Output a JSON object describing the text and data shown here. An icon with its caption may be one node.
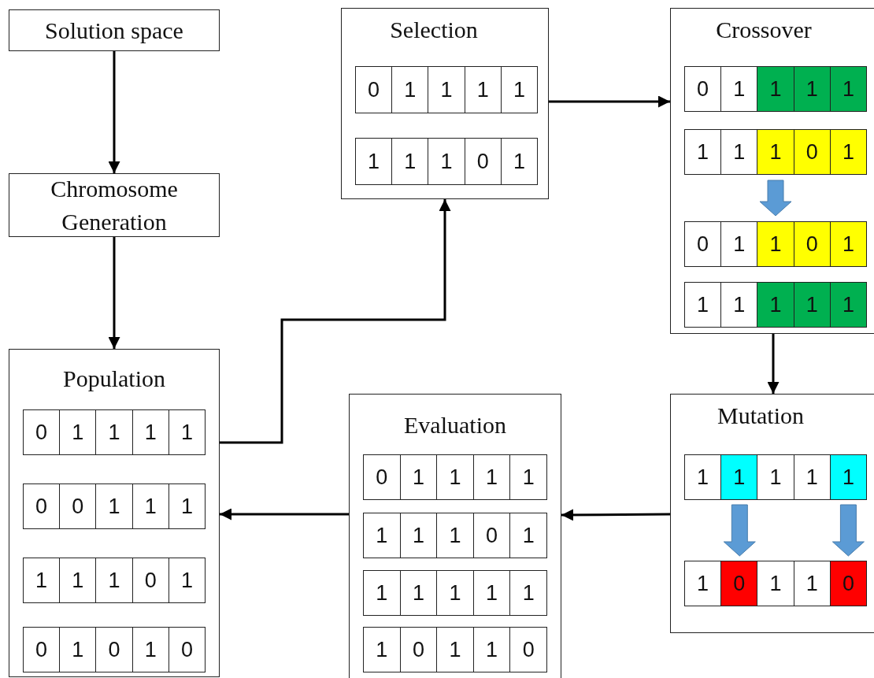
{
  "diagram": {
    "nodes": [
      {
        "text": [
          "Solution space"
        ]
      },
      {
        "text": [
          "Chromosome Generation"
        ]
      },
      {
        "text": [
          "Population"
        ]
      },
      {
        "text": [],
        "shape": "box",
        "in": 2
      },
      {
        "text": [
          "0"
        ],
        "in": 3
      },
      {
        "text": [
          "1"
        ],
        "in": 3
      },
      {
        "text": [
          "1"
        ],
        "in": 3
      },
      {
        "text": [
          "1"
        ],
        "in": 3
      },
      {
        "text": [
          "1"
        ],
        "in": 3
      },
      {
        "text": [],
        "shape": "box",
        "in": 2
      },
      {
        "text": [
          "0"
        ],
        "in": 9
      },
      {
        "text": [
          "0"
        ],
        "in": 9
      },
      {
        "text": [
          "1"
        ],
        "in": 9
      },
      {
        "text": [
          "1"
        ],
        "in": 9
      },
      {
        "text": [
          "1"
        ],
        "in": 9
      },
      {
        "text": [],
        "shape": "box",
        "in": 2
      },
      {
        "text": [
          "1"
        ],
        "in": 15
      },
      {
        "text": [
          "1"
        ],
        "in": 15
      },
      {
        "text": [
          "1"
        ],
        "in": 15
      },
      {
        "text": [
          "0"
        ],
        "in": 15
      },
      {
        "text": [
          "1"
        ],
        "in": 15
      },
      {
        "text": [],
        "shape": "box",
        "in": 2
      },
      {
        "text": [
          "0"
        ],
        "in": 21
      },
      {
        "text": [
          "1"
        ],
        "in": 21
      },
      {
        "text": [
          "0"
        ],
        "in": 21
      },
      {
        "text": [
          "1"
        ],
        "in": 21
      },
      {
        "text": [
          "0"
        ],
        "in": 21
      },
      {
        "text": [
          "Selection"
        ]
      },
      {
        "text": [],
        "shape": "box",
        "in": 27
      },
      {
        "text": [
          "0"
        ],
        "in": 28
      },
      {
        "text": [
          "1"
        ],
        "in": 28
      },
      {
        "text": [
          "1"
        ],
        "in": 28
      },
      {
        "text": [
          "1"
        ],
        "in": 28
      },
      {
        "text": [
          "1"
        ],
        "in": 28
      },
      {
        "text": [],
        "shape": "box",
        "in": 27
      },
      {
        "text": [
          "1"
        ],
        "in": 34
      },
      {
        "text": [
          "1"
        ],
        "in": 34
      },
      {
        "text": [
          "1"
        ],
        "in": 34
      },
      {
        "text": [
          "0"
        ],
        "in": 34
      },
      {
        "text": [
          "1"
        ],
        "in": 34
      },
      {
        "text": [
          "Crossover"
        ]
      },
      {
        "text": [],
        "shape": "box",
        "in": 40
      },
      {
        "text": [
          "0"
        ],
        "in": 41
      },
      {
        "text": [
          "1"
        ],
        "in": 41
      },
      {
        "text": [
          "1"
        ],
        "in": 41
      },
      {
        "text": [
          "1"
        ],
        "in": 41
      },
      {
        "text": [
          "1"
        ],
        "in": 41
      },
      {
        "text": [],
        "shape": "box",
        "in": 40
      },
      {
        "text": [
          "1"
        ],
        "in": 47
      },
      {
        "text": [
          "1"
        ],
        "in": 47
      },
      {
        "text": [
          "1"
        ],
        "in": 47
      },
      {
        "text": [
          "0"
        ],
        "in": 47
      },
      {
        "text": [
          "1"
        ],
        "in": 47
      },
      {
        "text": [],
        "shape": "box",
        "in": 40
      },
      {
        "text": [
          "0"
        ],
        "in": 53
      },
      {
        "text": [
          "1"
        ],
        "in": 53
      },
      {
        "text": [
          "1"
        ],
        "in": 53
      },
      {
        "text": [
          "0"
        ],
        "in": 53
      },
      {
        "text": [
          "1"
        ],
        "in": 53
      },
      {
        "text": [],
        "shape": "box",
        "in": 40
      },
      {
        "text": [
          "1"
        ],
        "in": 59
      },
      {
        "text": [
          "1"
        ],
        "in": 59
      },
      {
        "text": [
          "1"
        ],
        "in": 59
      },
      {
        "text": [
          "1"
        ],
        "in": 59
      },
      {
        "text": [
          "1"
        ],
        "in": 59
      },
      {
        "text": [
          "Mutation"
        ]
      },
      {
        "text": [],
        "shape": "box",
        "in": 65
      },
      {
        "text": [
          "1"
        ],
        "in": 66
      },
      {
        "text": [
          "1"
        ],
        "in": 66
      },
      {
        "text": [
          "1"
        ],
        "in": 66
      },
      {
        "text": [
          "1"
        ],
        "in": 66
      },
      {
        "text": [
          "1"
        ],
        "in": 66
      },
      {
        "text": [],
        "shape": "box",
        "in": 65
      },
      {
        "text": [
          "1"
        ],
        "in": 72
      },
      {
        "text": [
          "0"
        ],
        "in": 72
      },
      {
        "text": [
          "1"
        ],
        "in": 72
      },
      {
        "text": [
          "1"
        ],
        "in": 72
      },
      {
        "text": [
          "0"
        ],
        "in": 72
      },
      {
        "text": [
          "Evaluation"
        ]
      },
      {
        "text": [],
        "shape": "box",
        "in": 78
      },
      {
        "text": [
          "0"
        ],
        "in": 79
      },
      {
        "text": [
          "1"
        ],
        "in": 79
      },
      {
        "text": [
          "1"
        ],
        "in": 79
      },
      {
        "text": [
          "1"
        ],
        "in": 79
      },
      {
        "text": [
          "1"
        ],
        "in": 79
      },
      {
        "text": [],
        "shape": "box",
        "in": 78
      },
      {
        "text": [
          "1"
        ],
        "in": 85
      },
      {
        "text": [
          "1"
        ],
        "in": 85
      },
      {
        "text": [
          "1"
        ],
        "in": 85
      },
      {
        "text": [
          "0"
        ],
        "in": 85
      },
      {
        "text": [
          "1"
        ],
        "in": 85
      },
      {
        "text": [],
        "shape": "box",
        "in": 78
      },
      {
        "text": [
          "1"
        ],
        "in": 91
      },
      {
        "text": [
          "1"
        ],
        "in": 91
      },
      {
        "text": [
          "1"
        ],
        "in": 91
      },
      {
        "text": [
          "1"
        ],
        "in": 91
      },
      {
        "text": [
          "1"
        ],
        "in": 91
      },
      {
        "text": [],
        "shape": "box",
        "in": 78
      },
      {
        "text": [
          "1"
        ],
        "in": 97
      },
      {
        "text": [
          "0"
        ],
        "in": 97
      },
      {
        "text": [
          "1"
        ],
        "in": 97
      },
      {
        "text": [
          "1"
        ],
        "in": 97
      },
      {
        "text": [
          "0"
        ],
        "in": 97
      }
    ],
    "edges": [
      {
        "from": 0,
        "to": 1,
        "arrow": "to"
      },
      {
        "from": 1,
        "to": 2,
        "arrow": "to"
      },
      {
        "from": 2,
        "to": 27,
        "arrow": "to"
      },
      {
        "from": 27,
        "to": 40,
        "arrow": "to"
      },
      {
        "from": 40,
        "to": 65,
        "arrow": "to"
      },
      {
        "from": 65,
        "to": 78,
        "arrow": "to"
      },
      {
        "from": 78,
        "to": 2,
        "arrow": "to"
      },
      {
        "from": 47,
        "to": 53,
        "arrow": "to",
        "style": "thick",
        "color": "#5b9bd5"
      },
      {
        "from": 68,
        "to": 74,
        "arrow": "to",
        "style": "thick",
        "color": "#5b9bd5"
      },
      {
        "from": 71,
        "to": 77,
        "arrow": "to",
        "style": "thick",
        "color": "#5b9bd5"
      }
    ]
  }
}
